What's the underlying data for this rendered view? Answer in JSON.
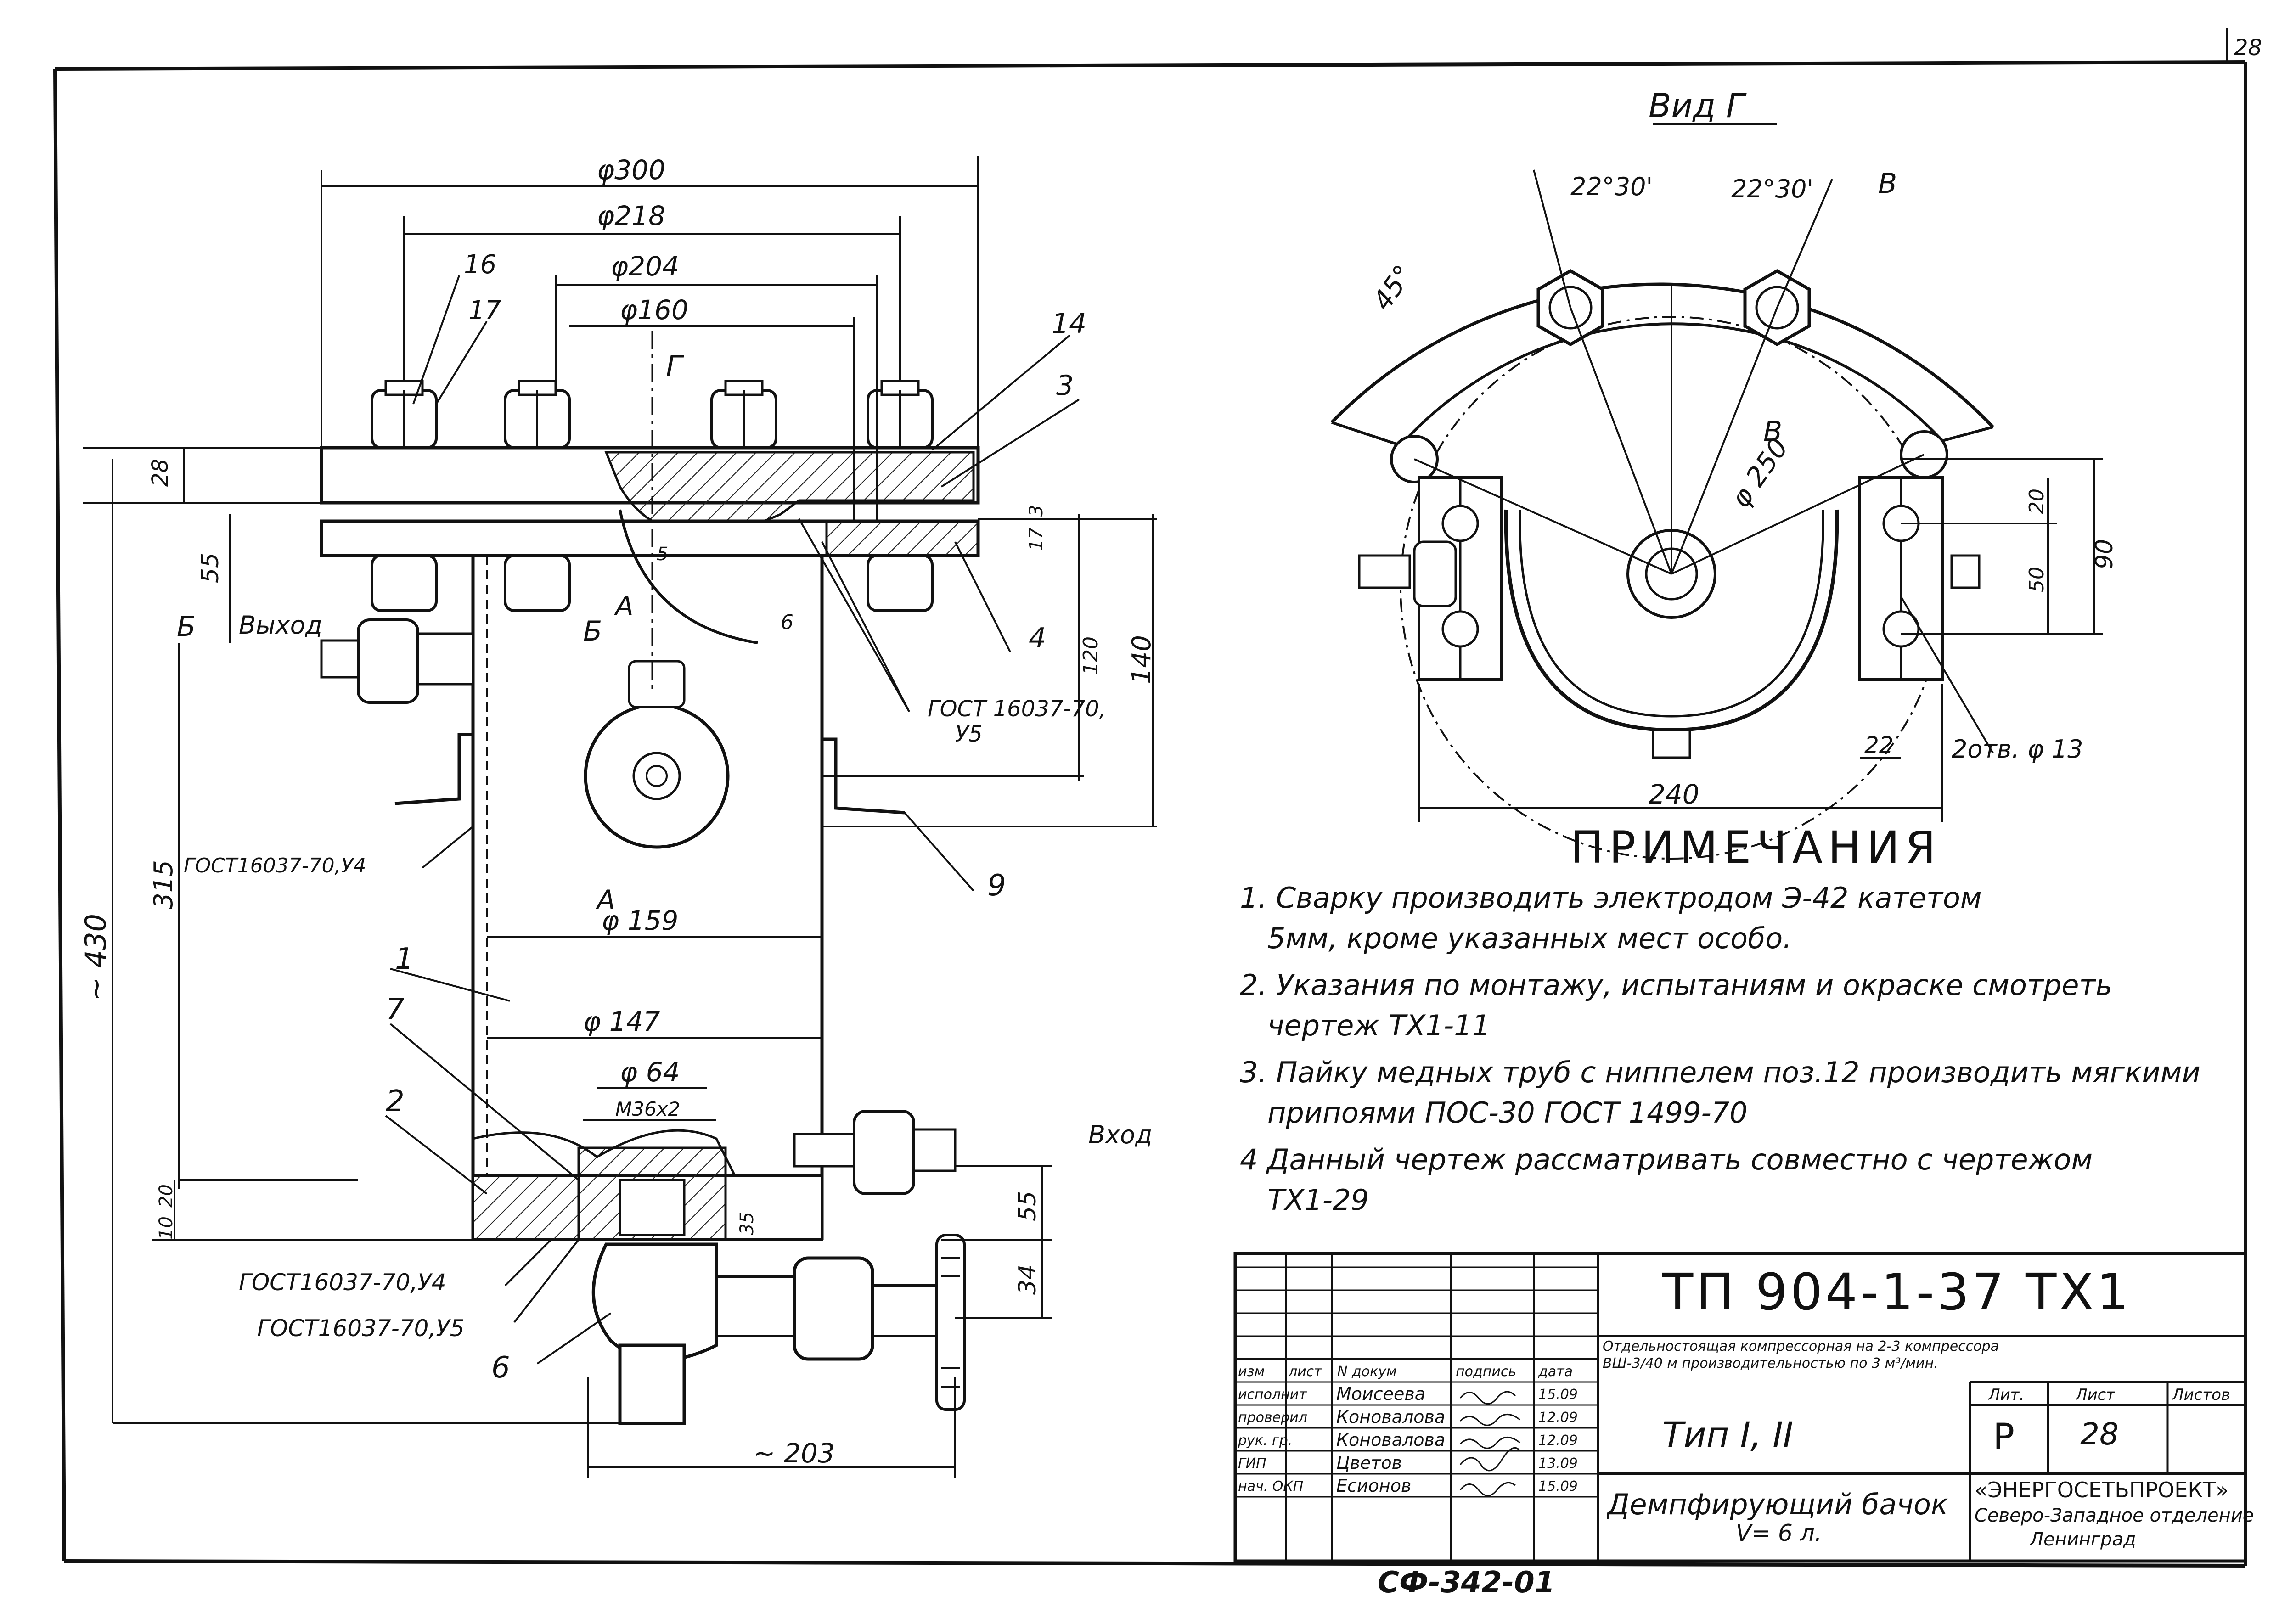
{
  "page_number": "28",
  "view_label": "Вид Г",
  "notes": {
    "title": "ПРИМЕЧАНИЯ",
    "items": [
      {
        "num": "1.",
        "line1": "Сварку производить электродом Э-42 катетом",
        "line2": "5мм, кроме указанных мест особо."
      },
      {
        "num": "2.",
        "line1": "Указания по монтажу, испытаниям и окраске смотреть",
        "line2": "чертеж ТХ1-11"
      },
      {
        "num": "3.",
        "line1": "Пайку медных труб с ниппелем поз.12 производить мягкими",
        "line2": "припоями ПОС-30 ГОСТ 1499-70"
      },
      {
        "num": "4",
        "line1": "Данный чертеж рассматривать совместно с чертежом",
        "line2": "ТХ1-29"
      }
    ]
  },
  "dimensions_main": {
    "d300": "φ300",
    "d218": "φ218",
    "d204": "φ204",
    "d160": "φ160",
    "d159": "φ 159",
    "d147": "φ 147",
    "d64": "φ 64",
    "m36": "М36х2",
    "h28": "28",
    "h55": "55",
    "h315": "315",
    "h430": "~ 430",
    "h3": "3",
    "h17": "17",
    "h120": "120",
    "h140": "140",
    "h6": "6",
    "h5": "5",
    "h20": "20",
    "h10": "10",
    "h35": "35",
    "h55b": "55",
    "h34": "34",
    "w203": "~ 203"
  },
  "callouts": {
    "p16": "16",
    "p17": "17",
    "p14": "14",
    "p3": "3",
    "p4": "4",
    "p9": "9",
    "p1": "1",
    "p7": "7",
    "p2": "2",
    "p6": "6",
    "gamma": "Г",
    "b1": "Б",
    "b2": "Б",
    "a1": "А",
    "a2": "А",
    "outlet": "Выход",
    "inlet": "Вход",
    "gost1": "ГОСТ 16037-70,",
    "gost1b": "У5",
    "gost2": "ГОСТ16037-70,У4",
    "gost3": "ГОСТ16037-70,У4",
    "gost4": "ГОСТ16037-70,У5"
  },
  "view_g": {
    "a1": "22°30'",
    "a2": "22°30'",
    "a45": "45°",
    "v1": "В",
    "v2": "В",
    "d250": "φ 250",
    "h20": "20",
    "h50": "50",
    "h90": "90",
    "w22": "22",
    "w240": "240",
    "holes": "2отв. φ 13"
  },
  "title_block": {
    "code": "ТП 904-1-37 ТХ1",
    "project_desc1": "Отдельностоящая компрессорная на 2-3 компрессора",
    "project_desc2": "ВШ-3/40 м производительностью по 3 м³/мин.",
    "type": "Тип I, II",
    "part_name": "Демпфирующий бачок",
    "part_volume": "V= 6 л.",
    "lit_header": "Лит.",
    "sheet_header": "Лист",
    "sheets_header": "Листов",
    "lit": "Р",
    "sheet": "28",
    "org1": "«ЭНЕРГОСЕТЬПРОЕКТ»",
    "org2": "Северо-Западное отделение",
    "org3": "Ленинград",
    "headers": [
      "изм",
      "лист",
      "N докум",
      "подпись",
      "дата"
    ],
    "rows": [
      {
        "role": "исполнит",
        "name": "Моисеева",
        "date": "15.09"
      },
      {
        "role": "проверил",
        "name": "Коновалова",
        "date": "12.09"
      },
      {
        "role": "рук. гр.",
        "name": "Коновалова",
        "date": "12.09"
      },
      {
        "role": "ГИП",
        "name": "Цветов",
        "date": "13.09"
      },
      {
        "role": "нач. ОКП",
        "name": "Есионов",
        "date": "15.09"
      }
    ],
    "bottom_code": "СФ-342-01"
  }
}
